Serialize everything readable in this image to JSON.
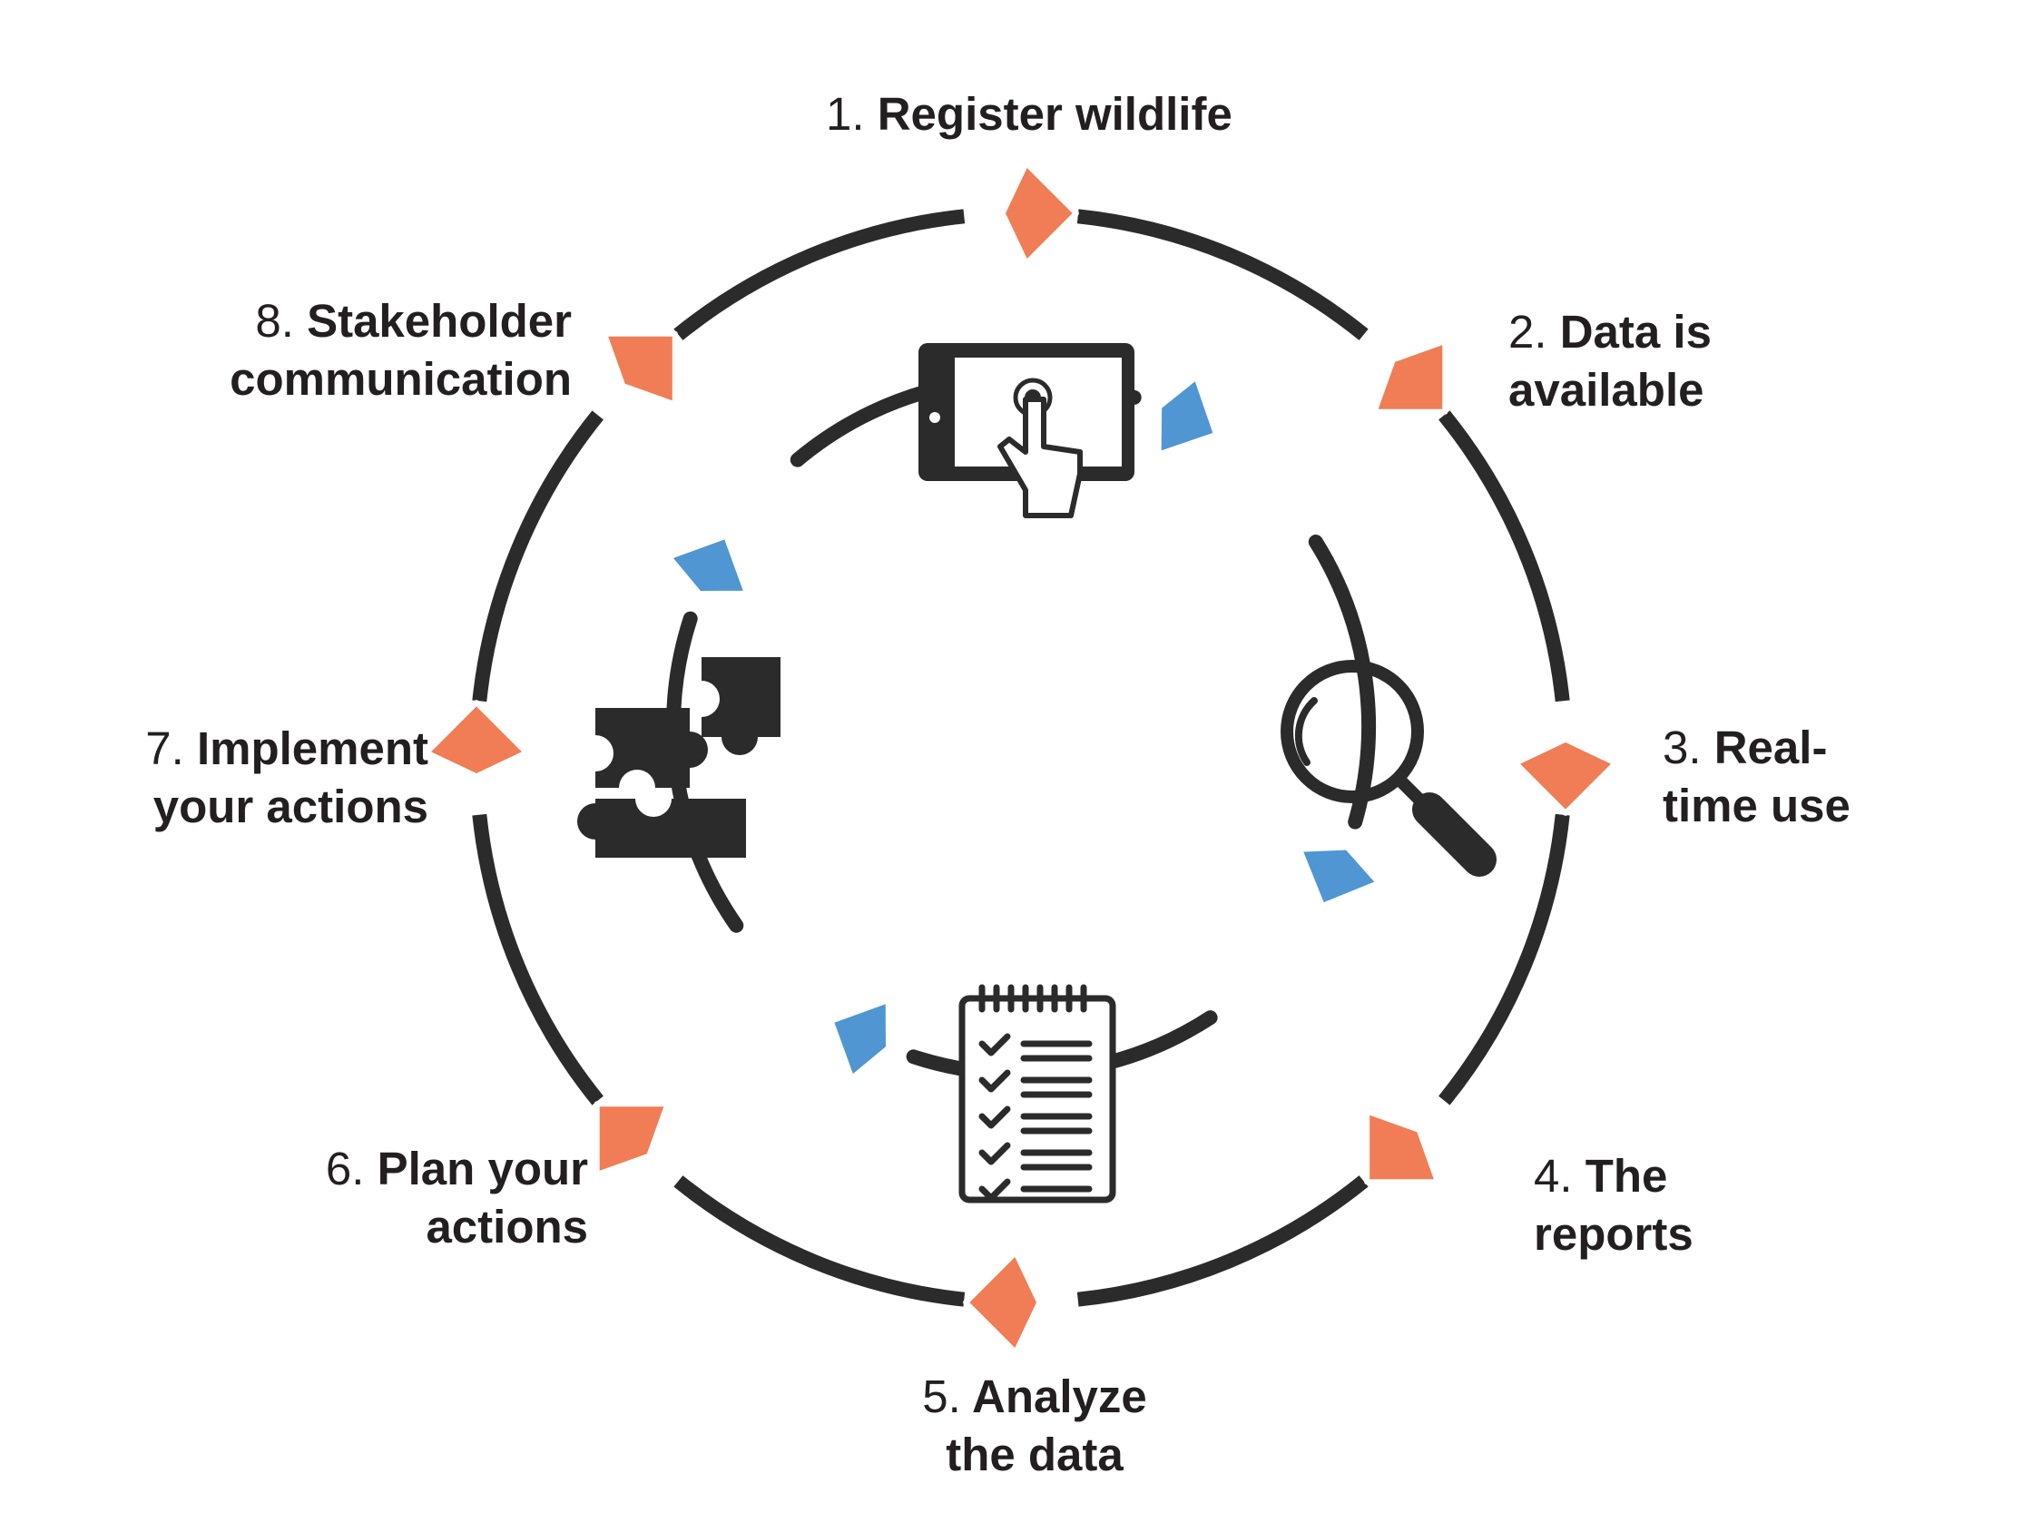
{
  "colors": {
    "ring": "#2b2b2b",
    "outer_arrow": "#f07d55",
    "inner_arrow": "#4f96d3",
    "icon": "#2b2b2b"
  },
  "steps": [
    {
      "num": "1.",
      "lines": [
        "Register wildlife"
      ]
    },
    {
      "num": "2.",
      "lines": [
        "Data is",
        "available"
      ]
    },
    {
      "num": "3.",
      "lines": [
        "Real-",
        "time use"
      ]
    },
    {
      "num": "4.",
      "lines": [
        "The",
        "reports"
      ]
    },
    {
      "num": "5.",
      "lines": [
        "Analyze",
        "the data"
      ]
    },
    {
      "num": "6.",
      "lines": [
        "Plan your",
        "actions"
      ]
    },
    {
      "num": "7.",
      "lines": [
        "Implement",
        "your actions"
      ]
    },
    {
      "num": "8.",
      "lines": [
        "Stakeholder",
        "communication"
      ]
    }
  ],
  "icons": [
    "tablet-touch-icon",
    "magnifier-icon",
    "checklist-icon",
    "puzzle-icon"
  ]
}
